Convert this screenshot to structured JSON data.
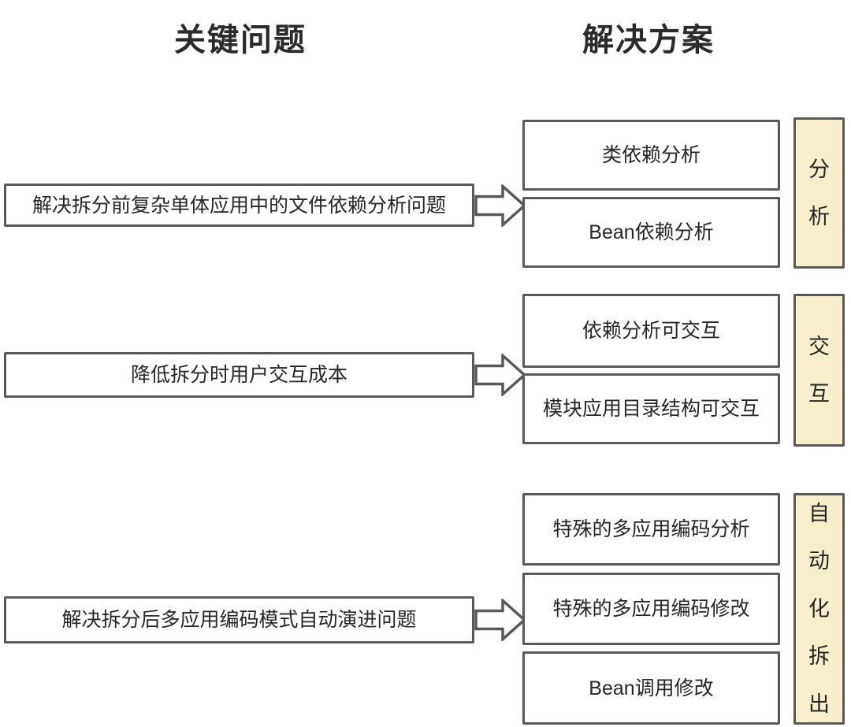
{
  "colors": {
    "background": "#ffffff",
    "border": "#595959",
    "box_fill": "#ffffff",
    "label_fill": "#F7EECC",
    "text": "#262626",
    "heading_text": "#2b2b2b"
  },
  "headers": {
    "problems": "关键问题",
    "solutions": "解决方案"
  },
  "groups": [
    {
      "problem": "解决拆分前复杂单体应用中的文件依赖分析问题",
      "solutions": [
        "类依赖分析",
        "Bean依赖分析"
      ],
      "category": "分析"
    },
    {
      "problem": "降低拆分时用户交互成本",
      "solutions": [
        "依赖分析可交互",
        "模块应用目录结构可交互"
      ],
      "category": "交互"
    },
    {
      "problem": "解决拆分后多应用编码模式自动演进问题",
      "solutions": [
        "特殊的多应用编码分析",
        "特殊的多应用编码修改",
        "Bean调用修改"
      ],
      "category": "自动化拆出"
    }
  ]
}
